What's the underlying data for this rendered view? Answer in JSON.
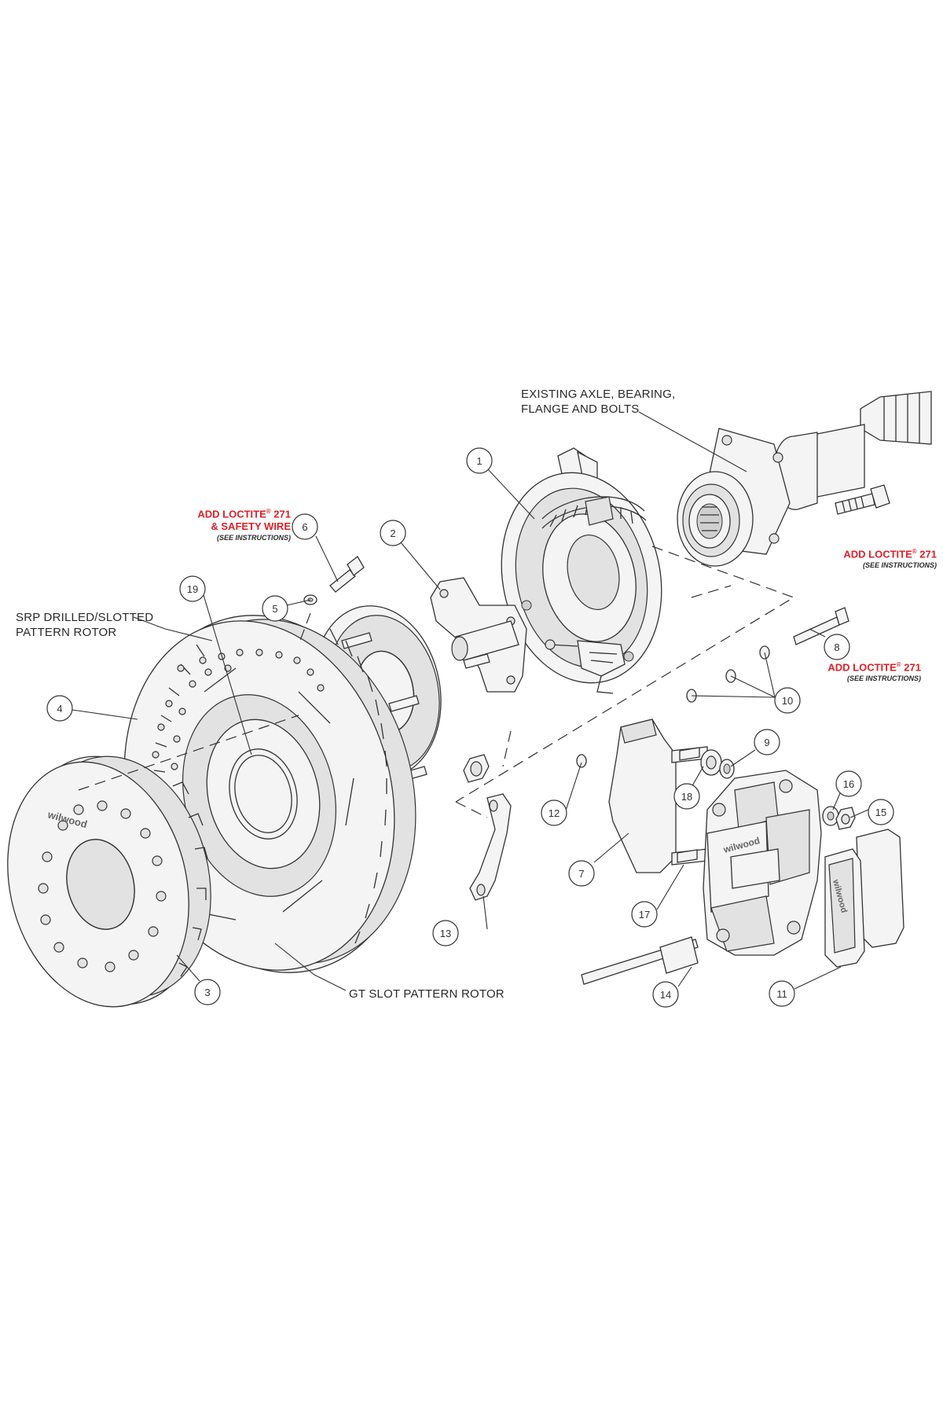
{
  "labels": {
    "existing_axle_line1": "EXISTING AXLE, BEARING,",
    "existing_axle_line2": "FLANGE AND BOLTS",
    "srp_line1": "SRP DRILLED/SLOTTED",
    "srp_line2": "PATTERN ROTOR",
    "gt_slot": "GT SLOT PATTERN ROTOR"
  },
  "warnings": {
    "w6_line1": "ADD LOCTITE",
    "w6_reg": "®",
    "w6_num": " 271",
    "w6_line2": "& SAFETY WIRE",
    "w6_note": "(SEE INSTRUCTIONS)",
    "wa_line1": "ADD LOCTITE",
    "wa_reg": "®",
    "wa_num": " 271",
    "wa_note": "(SEE INSTRUCTIONS)",
    "w8_line1": "ADD LOCTITE",
    "w8_reg": "®",
    "w8_num": " 271",
    "w8_note": "(SEE INSTRUCTIONS)"
  },
  "part_numbers": [
    "1",
    "2",
    "3",
    "4",
    "5",
    "6",
    "7",
    "8",
    "9",
    "10",
    "11",
    "12",
    "13",
    "14",
    "15",
    "16",
    "17",
    "18",
    "19"
  ],
  "brand_marks": {
    "drum_logo": "wilwood",
    "caliper_logo": "wilwood",
    "pad_logo": "wilwood"
  },
  "colors": {
    "line": "#333333",
    "part_fill": "#f4f4f4",
    "part_shade": "#e2e2e2",
    "warning_red": "#e0202a"
  }
}
